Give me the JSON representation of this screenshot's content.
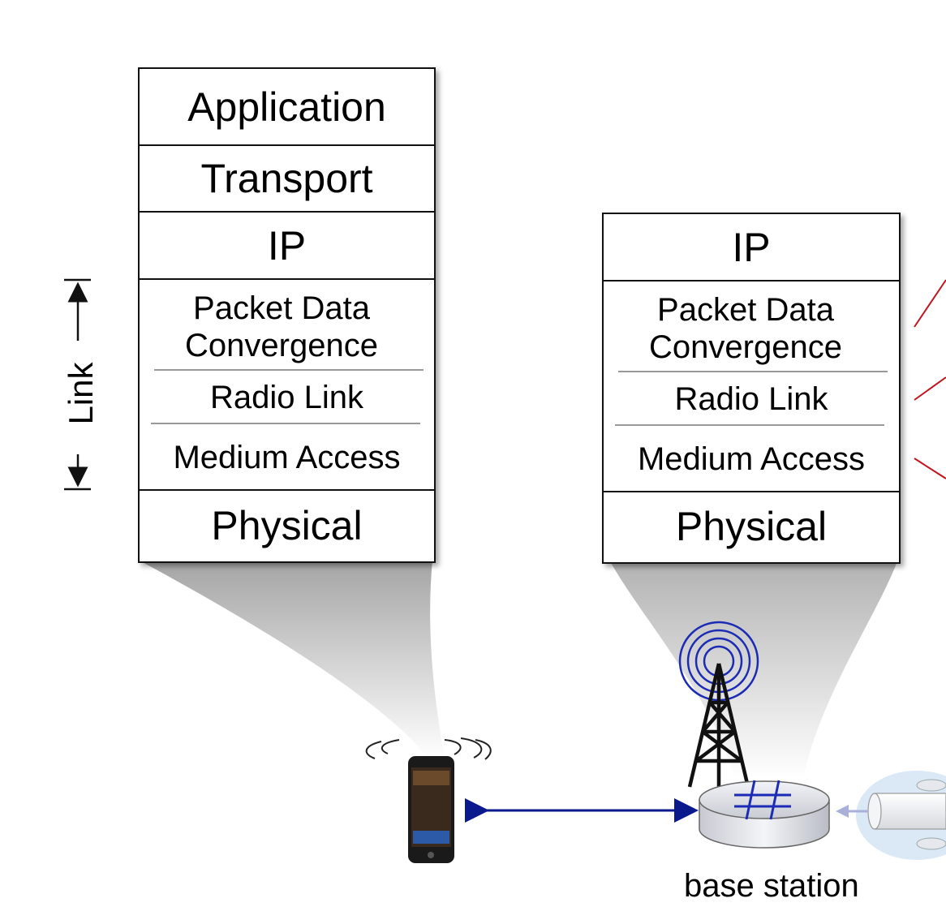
{
  "host_stack": {
    "layers": [
      "Application",
      "Transport",
      "IP",
      "Packet Data Convergence",
      "Radio Link",
      "Medium Access",
      "Physical"
    ]
  },
  "base_station_stack": {
    "layers": [
      "IP",
      "Packet Data Convergence",
      "Radio Link",
      "Medium Access",
      "Physical"
    ]
  },
  "link_label": "Link",
  "base_station_label": "base station",
  "colors": {
    "arrow": "#0a1a8c",
    "antenna_waves": "#1c2bb5",
    "red_lines": "#c0161f"
  }
}
